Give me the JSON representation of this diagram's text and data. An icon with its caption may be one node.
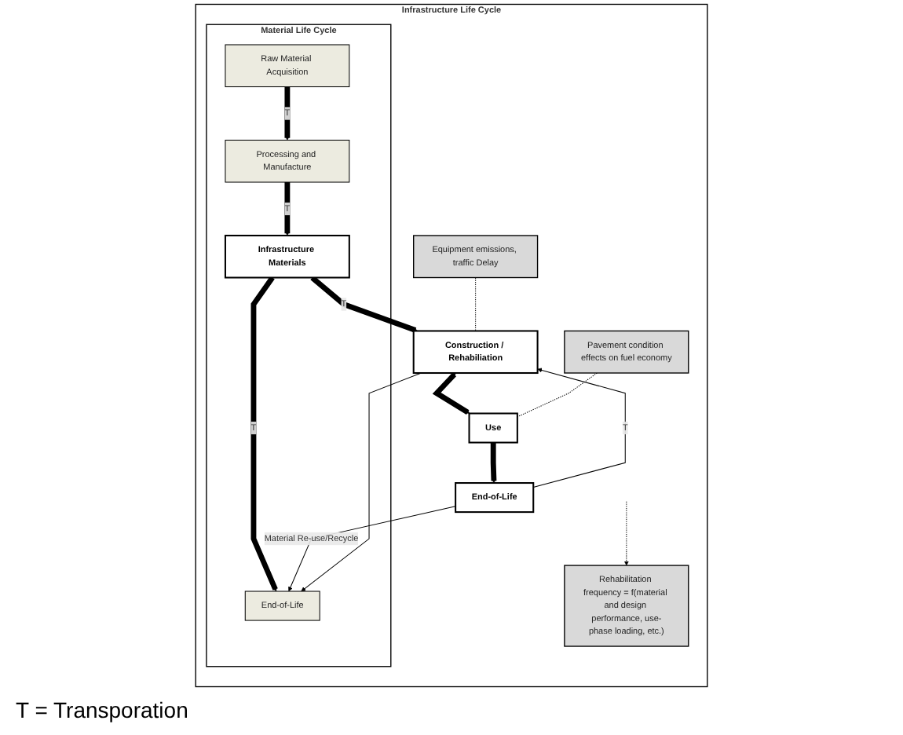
{
  "diagram": {
    "nodes": [
      {
        "text": [
          "Infrastructure Life Cycle"
        ]
      },
      {
        "text": [
          "Material Life Cycle"
        ],
        "in": 0
      },
      {
        "text": [
          "Raw Material Acquisition"
        ],
        "in": 1
      },
      {
        "text": [
          "Processing and Manufacture"
        ],
        "in": 1
      },
      {
        "text": [
          "Infrastructure Materials"
        ],
        "in": 1
      },
      {
        "text": [
          "End-of-Life"
        ],
        "in": 1
      },
      {
        "text": [
          "Equipment emissions, traffic Delay"
        ],
        "in": 0
      },
      {
        "text": [
          "Pavement condition effects on fuel economy"
        ],
        "in": 0
      },
      {
        "text": [
          "Construction / Rehabiliation"
        ],
        "in": 0
      },
      {
        "text": [
          "Use"
        ],
        "in": 0
      },
      {
        "text": [
          "End-of-Life"
        ],
        "in": 0
      },
      {
        "text": [
          "Rehabilitation frequency = f(material and design performance, use-phase loading, etc.)"
        ],
        "in": 0
      }
    ],
    "edges": [
      {
        "from": 2,
        "to": 3,
        "arrow": "to",
        "label": "T",
        "style": "thick"
      },
      {
        "from": 3,
        "to": 4,
        "arrow": "to",
        "label": "T",
        "style": "thick"
      },
      {
        "from": 4,
        "to": 5,
        "arrow": "to",
        "label": "T",
        "style": "thick"
      },
      {
        "from": 4,
        "to": 8,
        "arrow": "to",
        "label": "T",
        "style": "thick"
      },
      {
        "from": 8,
        "to": 9,
        "arrow": "both",
        "style": "thick"
      },
      {
        "from": 9,
        "to": 10,
        "arrow": "to",
        "style": "thick"
      },
      {
        "from": 6,
        "to": 8,
        "arrow": "none",
        "style": "dashed"
      },
      {
        "from": 7,
        "to": 9,
        "arrow": "none",
        "style": "dashed"
      },
      {
        "from": null,
        "to": 11,
        "arrow": "to",
        "style": "dashed"
      },
      {
        "from": 10,
        "to": 5,
        "arrow": "to",
        "label": "Material Re-use/Recycle"
      },
      {
        "from": 10,
        "to": 8,
        "arrow": "to",
        "label": "T"
      },
      {
        "from": 8,
        "to": 5,
        "arrow": "to"
      }
    ],
    "labels": [
      "T = Transporation"
    ]
  }
}
